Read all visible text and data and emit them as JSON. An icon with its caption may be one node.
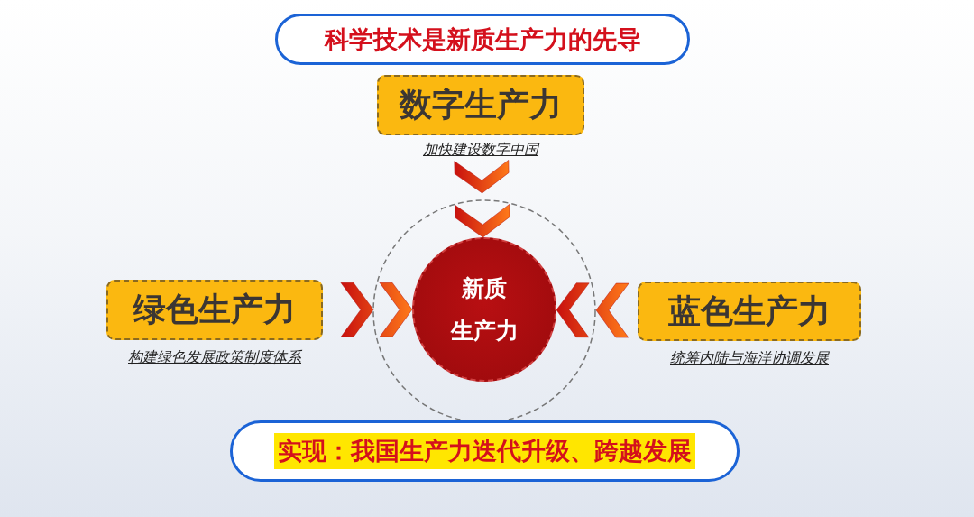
{
  "diagram": {
    "nodes": [
      {
        "text": [
          "科学技术是新质生产力的先导"
        ]
      },
      {
        "text": [
          "数字生产力"
        ],
        "beside": [
          "加快建设数字中国"
        ]
      },
      {
        "text": [
          "新质",
          "生产力"
        ]
      },
      {
        "text": [
          "绿色生产力"
        ],
        "beside": [
          "构建绿色发展政策制度体系"
        ]
      },
      {
        "text": [
          "蓝色生产力"
        ],
        "beside": [
          "统筹内陆与海洋协调发展"
        ]
      },
      {
        "text": [
          "实现：我国生产力迭代升级、跨越发展"
        ]
      }
    ],
    "edges": [
      {
        "from": 1,
        "to": 2,
        "arrow": "to"
      },
      {
        "from": 3,
        "to": 2,
        "arrow": "to"
      },
      {
        "from": 4,
        "to": 2,
        "arrow": "to"
      }
    ]
  }
}
